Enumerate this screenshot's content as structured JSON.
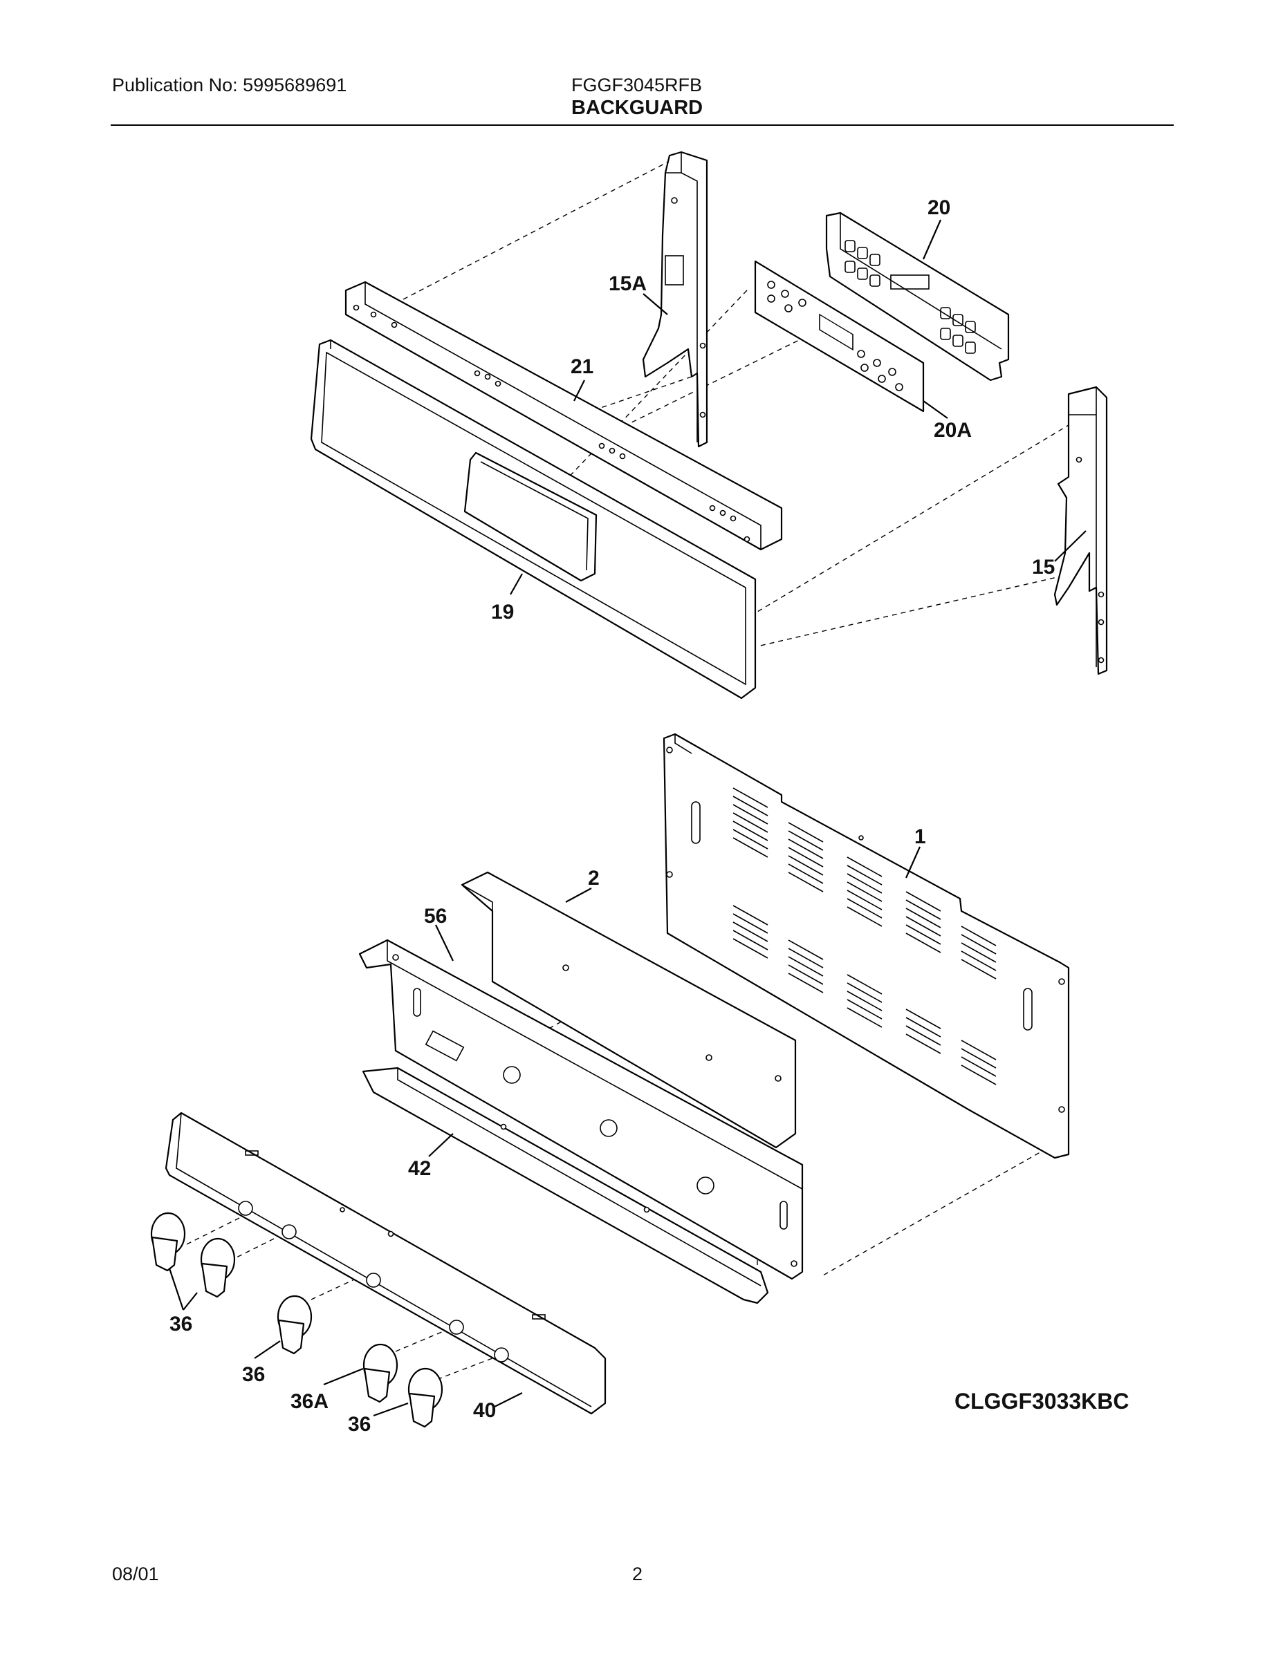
{
  "header": {
    "publication": "Publication No: 5995689691",
    "model": "FGGF3045RFB",
    "section_title": "BACKGUARD"
  },
  "diagram": {
    "labels": {
      "p20": "20",
      "p15a": "15A",
      "p21": "21",
      "p20a": "20A",
      "p15": "15",
      "p19": "19",
      "p1": "1",
      "p2": "2",
      "p56": "56",
      "p42": "42",
      "p36_a": "36",
      "p36_b": "36",
      "p36a": "36A",
      "p36_c": "36",
      "p40": "40"
    },
    "drawing_code": "CLGGF3033KBC"
  },
  "footer": {
    "date": "08/01",
    "page": "2"
  }
}
